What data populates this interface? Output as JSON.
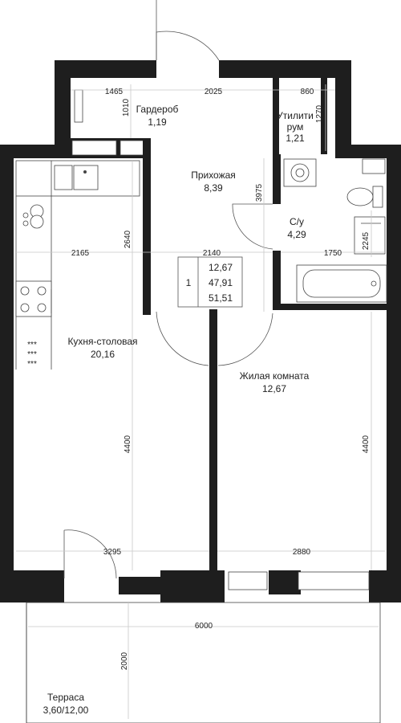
{
  "rooms": {
    "wardrobe": {
      "name": "Гардероб",
      "area": "1,19"
    },
    "utility": {
      "name_line1": "Утилити",
      "name_line2": "рум",
      "area": "1,21"
    },
    "hall": {
      "name": "Прихожая",
      "area": "8,39"
    },
    "bathroom": {
      "name": "С/у",
      "area": "4,29"
    },
    "kitchen": {
      "name": "Кухня-столовая",
      "area": "20,16"
    },
    "living": {
      "name": "Жилая комната",
      "area": "12,67"
    },
    "terrace": {
      "name": "Терраса",
      "area": "3,60/12,00"
    }
  },
  "summary": {
    "rooms_count": "1",
    "living_area": "12,67",
    "total_area": "47,91",
    "total_with_terrace": "51,51"
  },
  "dimensions": {
    "d1465": "1465",
    "d2025": "2025",
    "d860": "860",
    "d1010": "1010",
    "d1270": "1270",
    "d3975": "3975",
    "d2640": "2640",
    "d2165": "2165",
    "d2140": "2140",
    "d1750": "1750",
    "d2245": "2245",
    "d4400_left": "4400",
    "d4400_right": "4400",
    "d3295": "3295",
    "d2880": "2880",
    "d6000": "6000",
    "d2000": "2000"
  },
  "fixture_icons": [
    "sink-icon",
    "washing-machine-icon",
    "toilet-icon",
    "bathtub-icon",
    "stove-icon",
    "dishwasher-icon",
    "laundry-basin-icon",
    "radiator-icon"
  ]
}
